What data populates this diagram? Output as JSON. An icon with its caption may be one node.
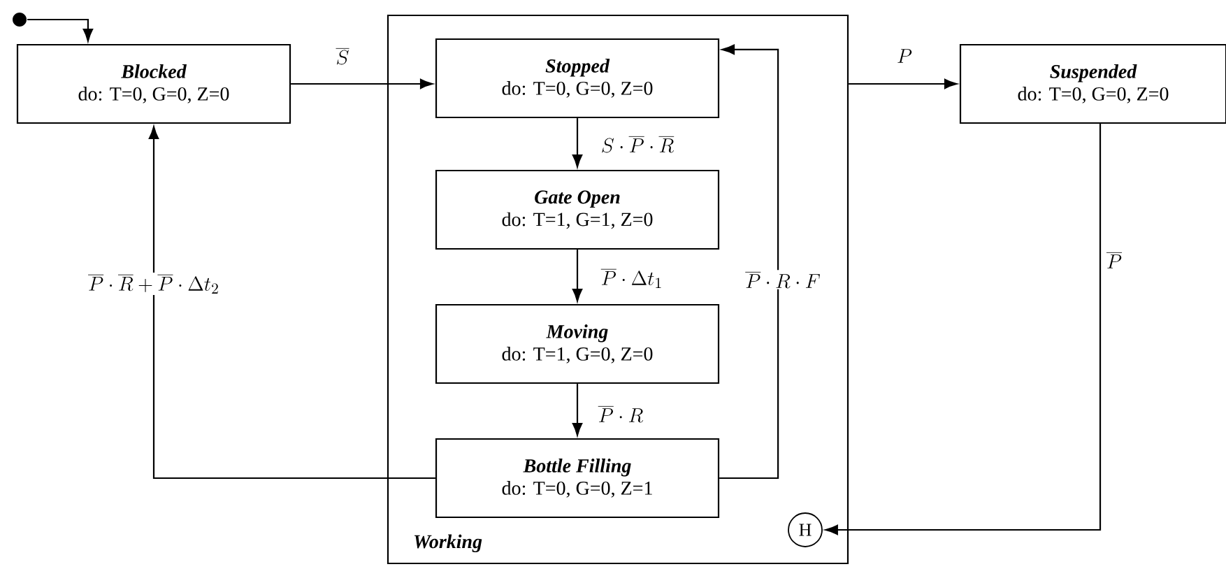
{
  "diagram": {
    "nodes": [
      {
        "text": [],
        "shape": "circle"
      },
      {
        "text": [
          "Blocked",
          "do: T=0, G=0, Z=0"
        ]
      },
      {
        "text": [
          "Working"
        ]
      },
      {
        "text": [
          "Stopped",
          "do: T=0, G=0, Z=0"
        ],
        "in": 2
      },
      {
        "text": [
          "Gate Open",
          "do: T=1, G=1, Z=0"
        ],
        "in": 2
      },
      {
        "text": [
          "Moving",
          "do: T=1, G=0, Z=0"
        ],
        "in": 2
      },
      {
        "text": [
          "Bottle Filling",
          "do: T=0, G=0, Z=1"
        ],
        "in": 2
      },
      {
        "text": [
          "H"
        ],
        "in": 2
      },
      {
        "text": [
          "Suspended",
          "do: T=0, G=0, Z=0"
        ]
      }
    ],
    "edges": [
      {
        "from": 0,
        "to": 1,
        "arrow": "to"
      },
      {
        "from": 1,
        "to": 3,
        "arrow": "to",
        "label": "\\overline{S}"
      },
      {
        "from": 3,
        "to": 4,
        "arrow": "to",
        "label": "S\\cdot\\overline{P}\\cdot\\overline{R}"
      },
      {
        "from": 4,
        "to": 5,
        "arrow": "to",
        "label": "\\overline{P}\\cdot\\Delta t_1"
      },
      {
        "from": 5,
        "to": 6,
        "arrow": "to",
        "label": "\\overline{P}\\cdot R"
      },
      {
        "from": 6,
        "to": 3,
        "arrow": "to",
        "label": "\\overline{P}\\cdot R\\cdot F"
      },
      {
        "from": 6,
        "to": 1,
        "arrow": "to",
        "label": "\\overline{P}\\cdot\\overline{R}+\\overline{P}\\cdot\\Delta t_2"
      },
      {
        "from": 2,
        "to": 8,
        "arrow": "to",
        "label": "P"
      },
      {
        "from": 8,
        "to": 7,
        "arrow": "to",
        "label": "\\overline{P}"
      }
    ]
  }
}
